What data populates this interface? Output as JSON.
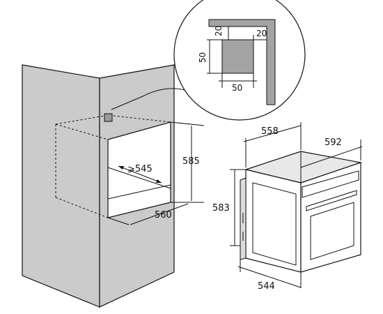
{
  "cabinet": {
    "niche_height": "585",
    "niche_depth": "545",
    "niche_depth_prefix": "⩾",
    "niche_width": "560"
  },
  "detail": {
    "cutout_size_vertical": "50",
    "cutout_size_horizontal": "50",
    "offset_top": "20",
    "offset_right": "20"
  },
  "oven": {
    "width": "592",
    "depth": "558",
    "height": "583",
    "body_depth": "544"
  },
  "colors": {
    "cabinet_fill": "#cbcbcb",
    "cutout_fill": "#a3a3a3",
    "oven_fill": "#ffffff",
    "line": "#111111"
  }
}
